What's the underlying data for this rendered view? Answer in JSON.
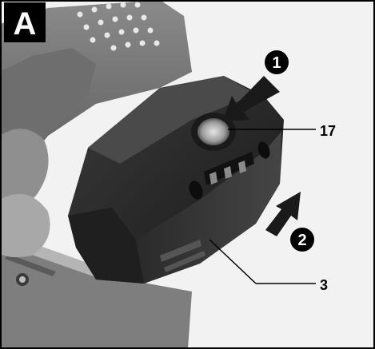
{
  "figure": {
    "panel_label": "A",
    "steps": [
      {
        "number": "1"
      },
      {
        "number": "2"
      }
    ],
    "callouts": [
      {
        "label": "17"
      },
      {
        "label": "3"
      }
    ]
  }
}
